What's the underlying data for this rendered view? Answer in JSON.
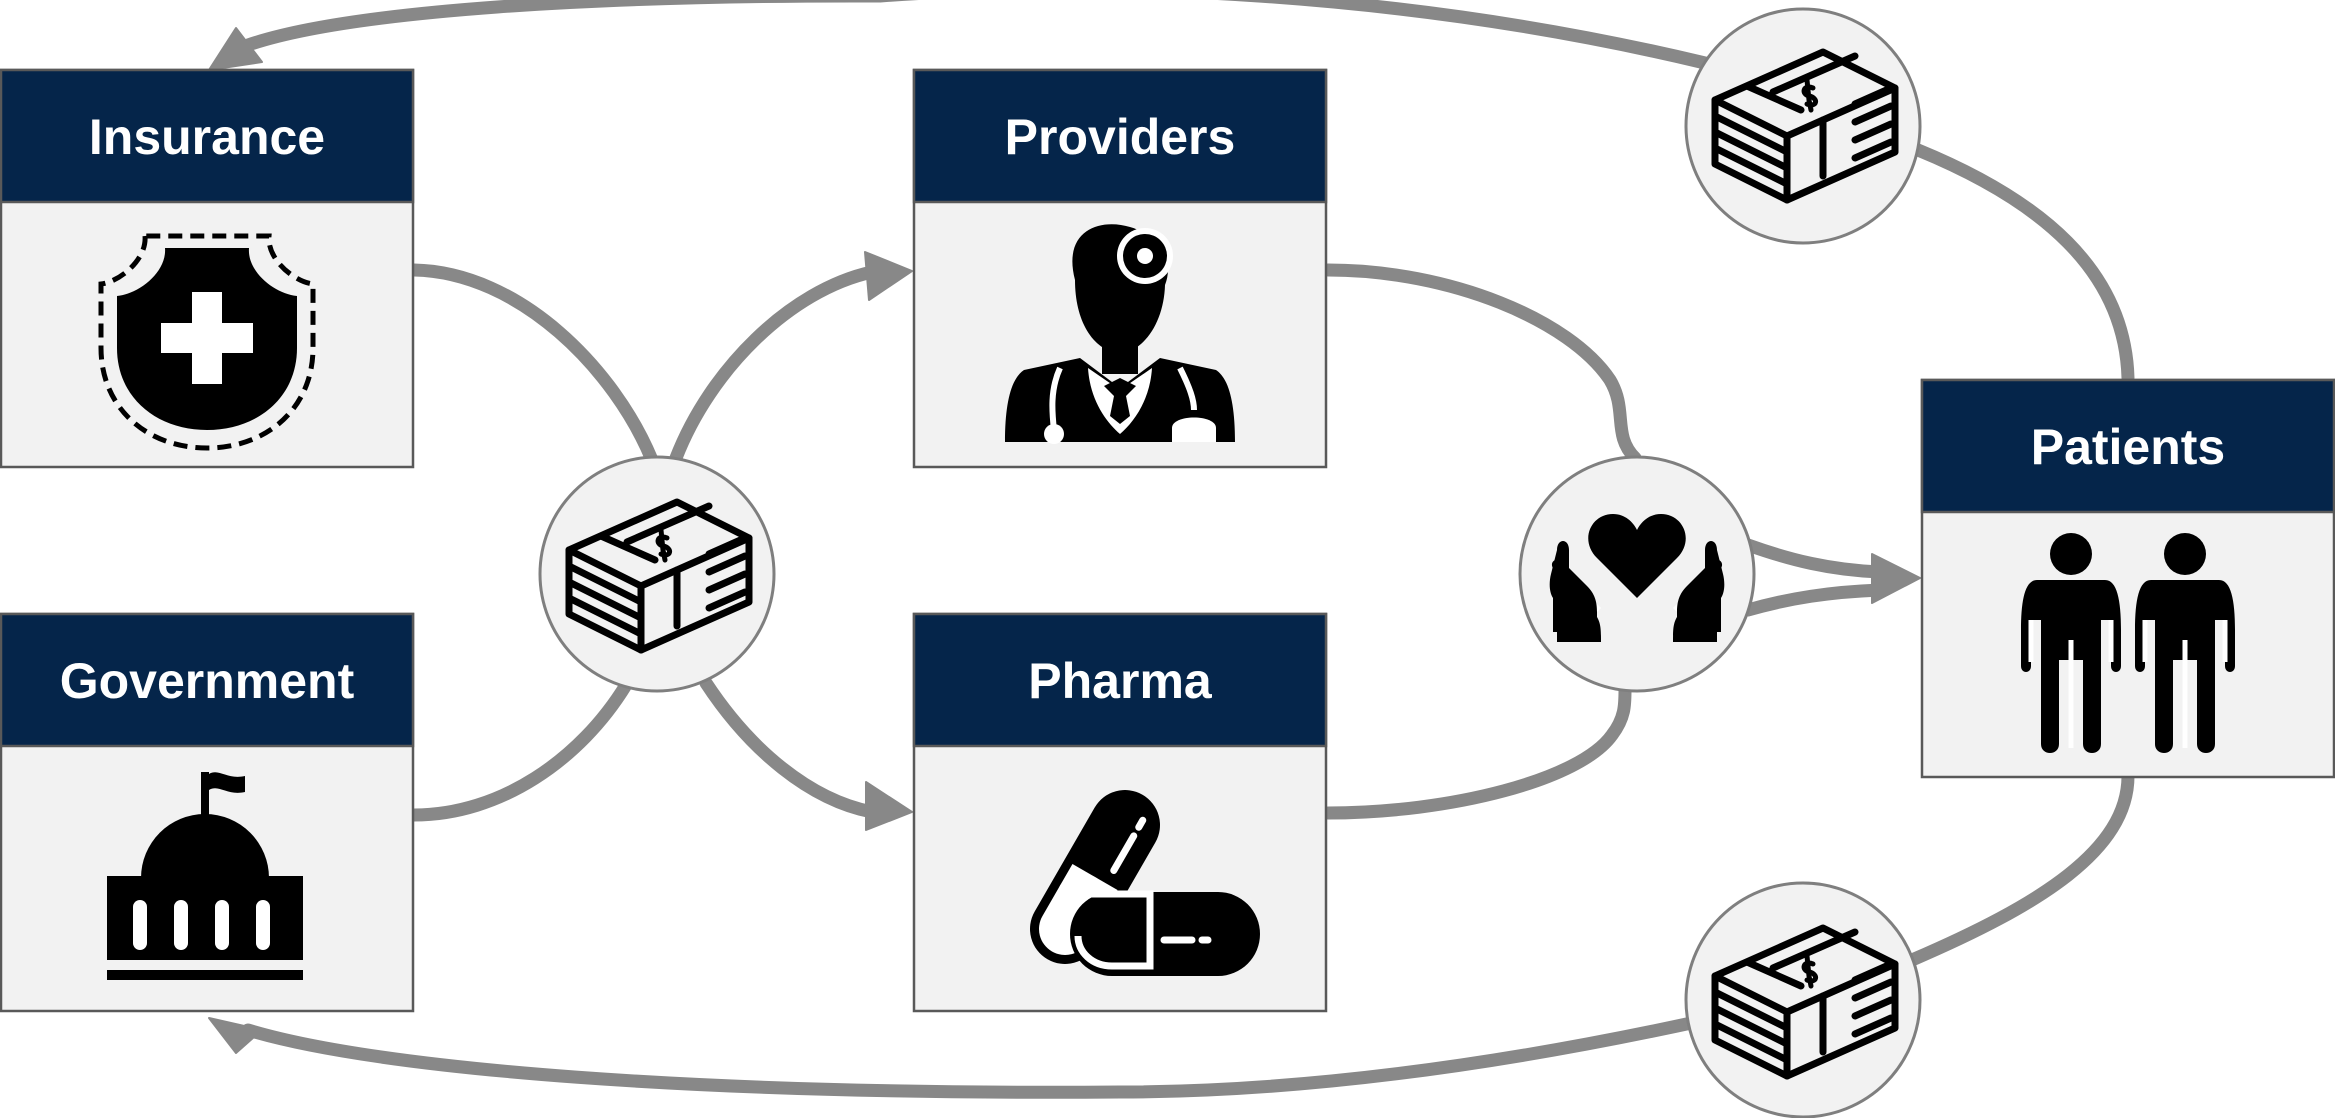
{
  "diagram": {
    "nodes": {
      "insurance": {
        "label": "Insurance",
        "icon": "insurance-shield-icon"
      },
      "government": {
        "label": "Government",
        "icon": "government-building-icon"
      },
      "providers": {
        "label": "Providers",
        "icon": "doctor-icon"
      },
      "pharma": {
        "label": "Pharma",
        "icon": "pill-capsules-icon"
      },
      "patients": {
        "label": "Patients",
        "icon": "people-icon"
      }
    },
    "connectors": [
      {
        "name": "payment-hub",
        "icon": "money-stack-icon"
      },
      {
        "name": "care-hub",
        "icon": "heart-hands-icon"
      },
      {
        "name": "premium-payment",
        "icon": "money-stack-icon"
      },
      {
        "name": "tax-payment",
        "icon": "money-stack-icon"
      }
    ],
    "colors": {
      "header": "#05254a",
      "box_body": "#f2f2f2",
      "arrow": "#888888",
      "icon": "#000000"
    }
  }
}
